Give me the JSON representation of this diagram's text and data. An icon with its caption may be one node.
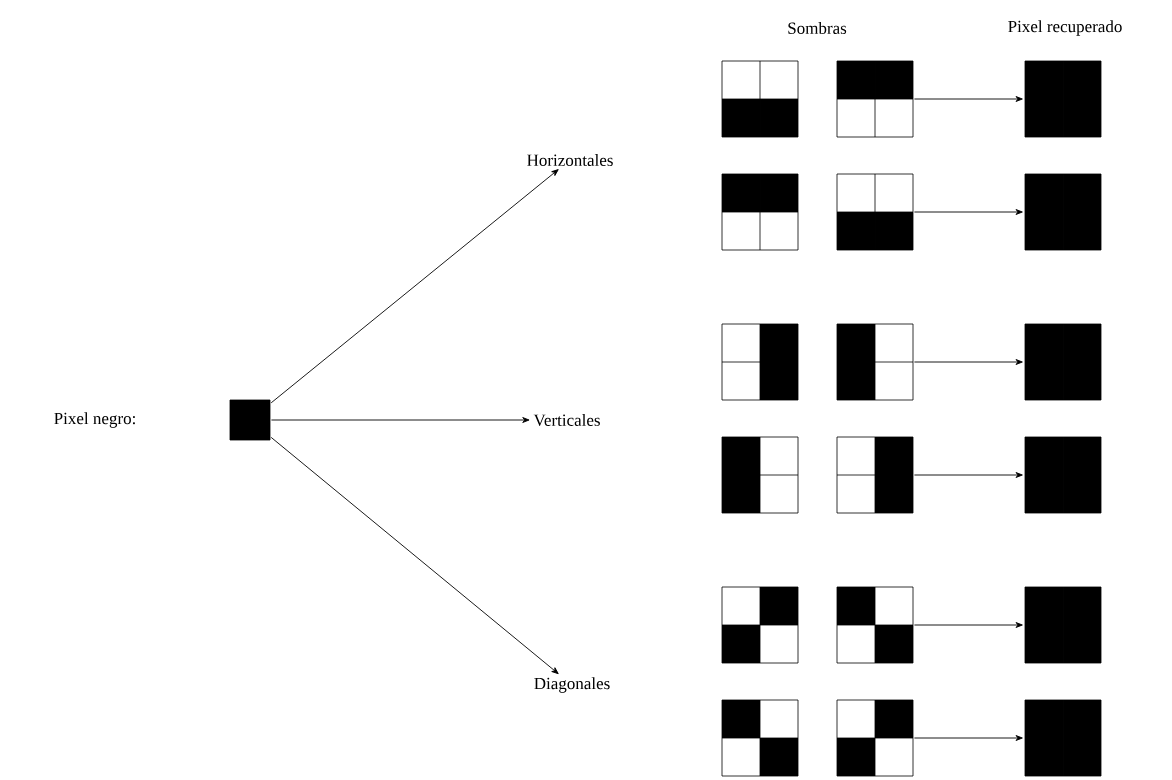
{
  "diagram": {
    "nodes": [
      {
        "text": [],
        "shape": "box"
      },
      {
        "text": [
          "Horizontales"
        ]
      },
      {
        "text": [
          "Verticales"
        ]
      },
      {
        "text": [
          "Diagonales"
        ]
      },
      {
        "text": [],
        "shape": "box"
      },
      {
        "text": [],
        "shape": "box"
      },
      {
        "text": [],
        "shape": "box"
      },
      {
        "text": [],
        "shape": "box"
      },
      {
        "text": [],
        "shape": "box"
      },
      {
        "text": [],
        "shape": "box"
      },
      {
        "text": [],
        "shape": "box"
      },
      {
        "text": [],
        "shape": "box"
      },
      {
        "text": [],
        "shape": "box"
      },
      {
        "text": [],
        "shape": "box"
      },
      {
        "text": [],
        "shape": "box"
      },
      {
        "text": [],
        "shape": "box"
      },
      {
        "text": [],
        "shape": "box"
      },
      {
        "text": [],
        "shape": "box"
      },
      {
        "text": [],
        "shape": "box"
      },
      {
        "text": [],
        "shape": "box"
      },
      {
        "text": [],
        "shape": "box"
      },
      {
        "text": [],
        "shape": "box"
      }
    ],
    "edges": [
      {
        "from": 0,
        "to": 1,
        "arrow": "to"
      },
      {
        "from": 0,
        "to": 2,
        "arrow": "to"
      },
      {
        "from": 0,
        "to": 3,
        "arrow": "to"
      },
      {
        "from": 5,
        "to": 6,
        "arrow": "to"
      },
      {
        "from": 8,
        "to": 9,
        "arrow": "to"
      },
      {
        "from": 11,
        "to": 12,
        "arrow": "to"
      },
      {
        "from": 14,
        "to": 15,
        "arrow": "to"
      },
      {
        "from": 17,
        "to": 18,
        "arrow": "to"
      },
      {
        "from": 20,
        "to": 21,
        "arrow": "to"
      }
    ],
    "labels": [
      "Sombras",
      "Pixel recuperado",
      "Pixel negro:"
    ]
  }
}
